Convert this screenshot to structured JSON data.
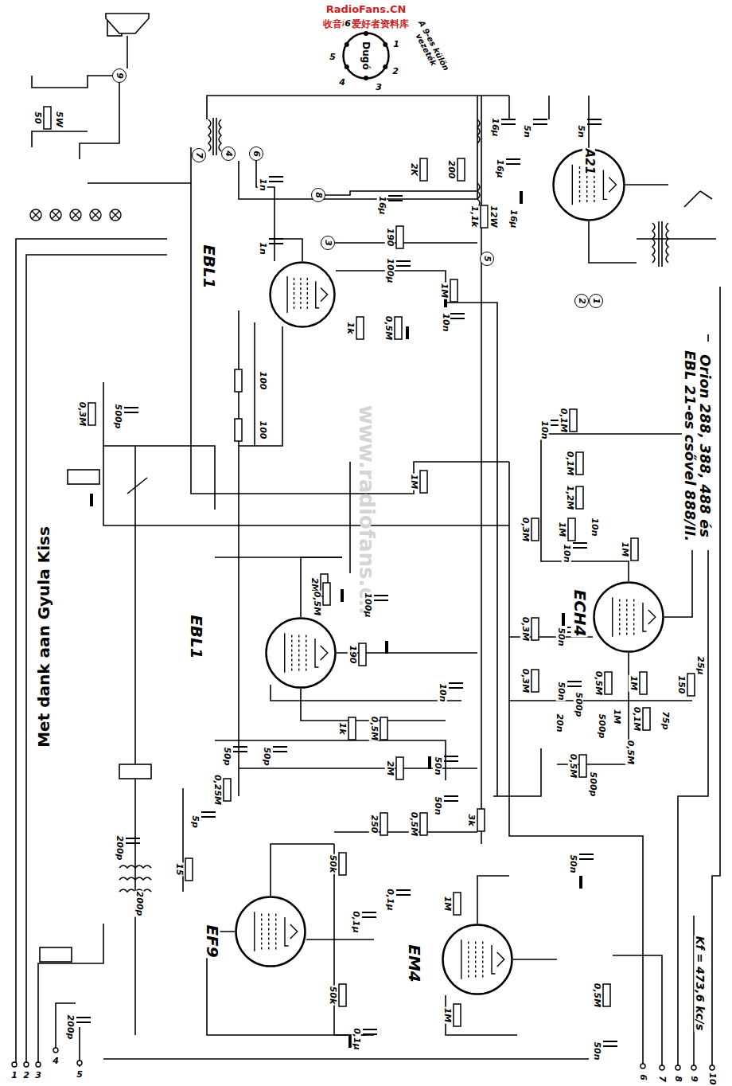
{
  "diagram": {
    "nodes": [
      {
        "text": [
          "Dugó"
        ]
      },
      {
        "text": [
          "9"
        ]
      },
      {
        "text": [
          "7"
        ]
      },
      {
        "text": [
          "4"
        ]
      },
      {
        "text": [
          "6"
        ]
      },
      {
        "text": [
          "8"
        ]
      },
      {
        "text": [
          "3"
        ]
      },
      {
        "text": [
          "A21"
        ]
      },
      {
        "text": [
          "EBL1"
        ]
      },
      {
        "text": [
          "5"
        ]
      },
      {
        "text": [
          "2"
        ]
      },
      {
        "text": [
          "1"
        ]
      },
      {
        "text": [
          "ECH4"
        ]
      },
      {
        "text": [
          "EBL1"
        ]
      },
      {
        "text": [
          "EF9"
        ]
      },
      {
        "text": [
          "EM4"
        ]
      }
    ],
    "labels": [
      "RadioFans.CN",
      "收音机爱好者资料库",
      "A 9-es külön vezeték",
      "50",
      "5W",
      "16µ",
      "5n",
      "5n",
      "16µ",
      "2K",
      "200",
      "16µ",
      "1n",
      "1,1k",
      "12W",
      "16µ",
      "1n",
      "190",
      "100µ",
      "1M",
      "10n",
      "1k",
      "0,5M",
      "100",
      "100",
      "0,3M",
      "500p",
      "Met dank aan Gyula Kiss",
      "1M",
      "10n",
      "0,1M",
      "0,1M",
      "1,2M",
      "0,3M",
      "1M",
      "10n",
      "10n",
      "1M",
      "2M",
      "0,5M",
      "100µ",
      "190",
      "0,3M",
      "50n",
      "150",
      "25µ",
      "0,3M",
      "50n",
      "0,5M",
      "1M",
      "10n",
      "1k",
      "0,5M",
      "500p",
      "20n",
      "500p",
      "1M",
      "0,1M",
      "75p",
      "0,5M",
      "0,5M",
      "500p",
      "50p",
      "50p",
      "0,25M",
      "2M",
      "50n",
      "50n",
      "5p",
      "250",
      "0,5M",
      "3k",
      "200p",
      "15",
      "50k",
      "0,1µ",
      "200p",
      "1M",
      "0,1µ",
      "50n",
      "50k",
      "1M",
      "0,5M",
      "0,1µ",
      "200p",
      "50n",
      "Kf = 473,6 kc/s",
      "Orion 288, 388, 488 és EBL 21-es csővel 888/II.",
      "www.radiofans.cn",
      "1",
      "2",
      "3",
      "4",
      "5",
      "6",
      "7",
      "8",
      "9",
      "10",
      "6",
      "5",
      "4",
      "3",
      "2",
      "1"
    ]
  }
}
